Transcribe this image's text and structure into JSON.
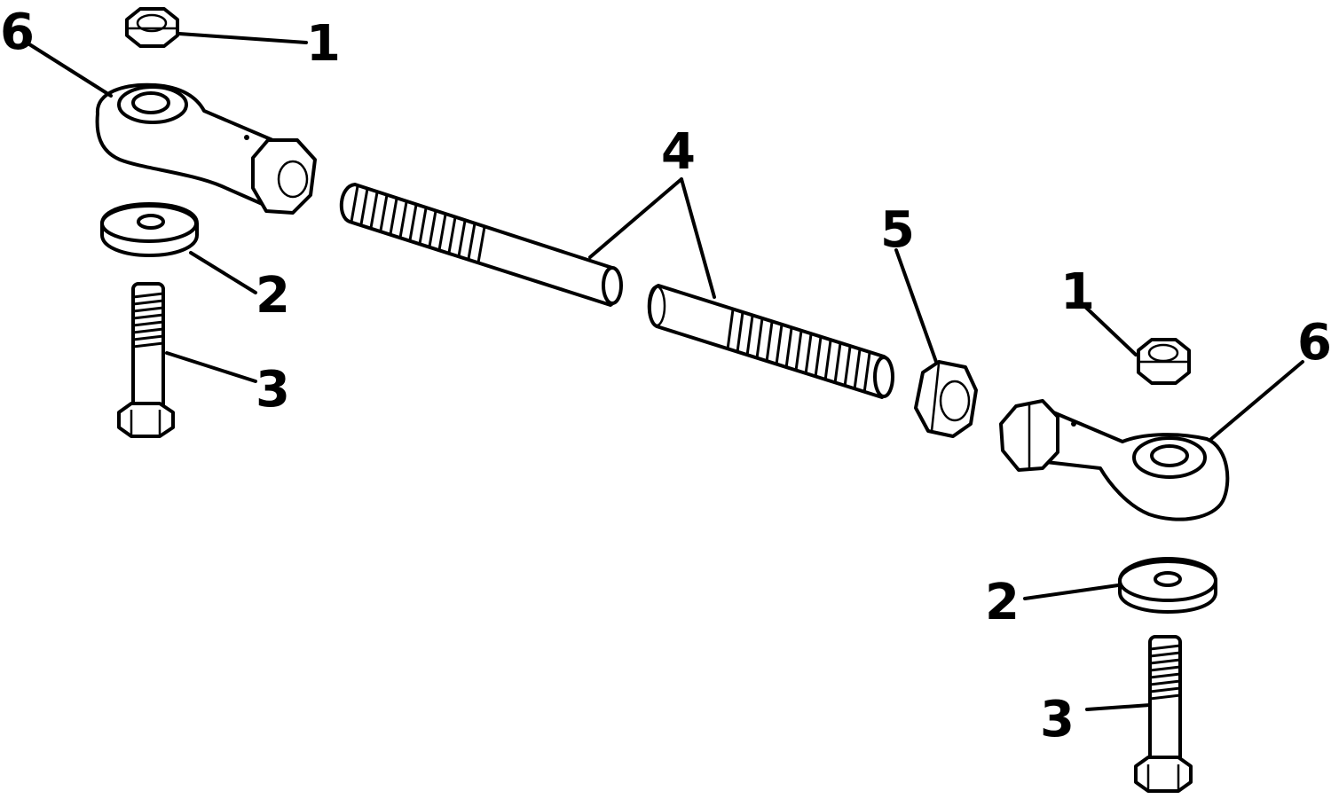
{
  "diagram": {
    "callouts": [
      {
        "id": "nut-top-left",
        "text": "1"
      },
      {
        "id": "rodend-left",
        "text": "6"
      },
      {
        "id": "washer-left",
        "text": "2"
      },
      {
        "id": "bolt-left",
        "text": "3"
      },
      {
        "id": "rod",
        "text": "4"
      },
      {
        "id": "jam-nut",
        "text": "5"
      },
      {
        "id": "nut-top-right",
        "text": "1"
      },
      {
        "id": "rodend-right",
        "text": "6"
      },
      {
        "id": "washer-right",
        "text": "2"
      },
      {
        "id": "bolt-right",
        "text": "3"
      }
    ],
    "colors": {
      "ink": "#000000",
      "paper": "#ffffff"
    }
  }
}
